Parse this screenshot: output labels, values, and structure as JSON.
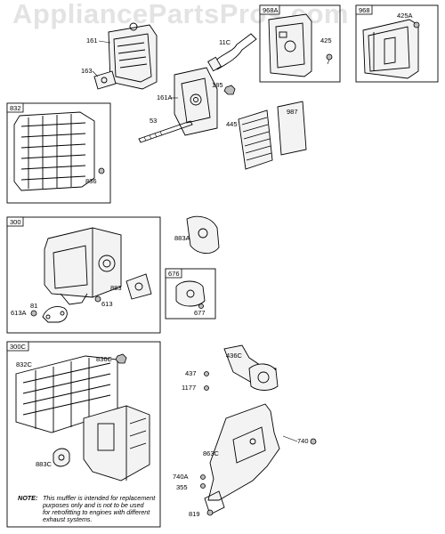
{
  "watermark": "AppliancePartsPros.com",
  "boxes": {
    "box_968a": "968A",
    "box_968": "968",
    "box_832": "832",
    "box_300": "300",
    "box_676": "676",
    "box_300c": "300C"
  },
  "labels": {
    "l161": "161",
    "l163": "163",
    "l11c": "11C",
    "l425": "425",
    "l425a": "425A",
    "l161a": "161A",
    "l185": "185",
    "l53": "53",
    "l445": "445",
    "l987": "987",
    "l836": "836",
    "l883a": "883A",
    "l883": "883",
    "l613": "613",
    "l613a": "613A",
    "l81": "81",
    "l677": "677",
    "l836c": "836C",
    "l832c": "832C",
    "l436c": "436C",
    "l437": "437",
    "l1177": "1177",
    "l883c": "883C",
    "l863c": "863C",
    "l740": "740",
    "l740a": "740A",
    "l355": "355",
    "l819": "819"
  },
  "note": {
    "prefix": "NOTE:",
    "line1": "This muffler is intended for replacement",
    "line2": "purposes only and is not to be used",
    "line3": "for retrofitting to engines with different",
    "line4": "exhaust systems."
  }
}
